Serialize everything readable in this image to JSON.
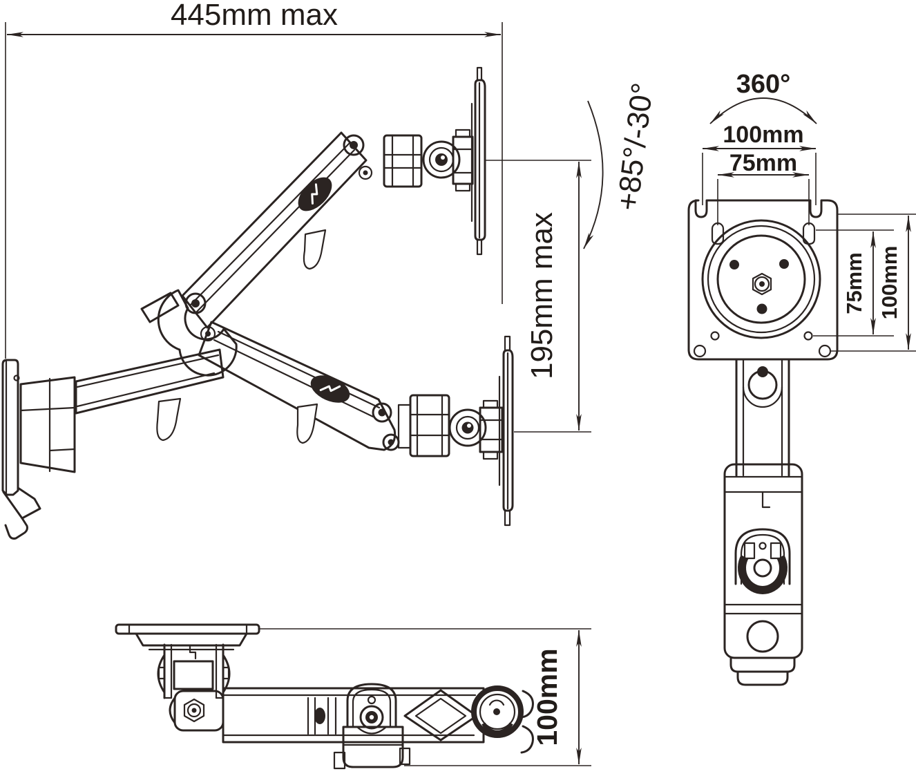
{
  "colors": {
    "line": "#2b2422",
    "background": "#ffffff"
  },
  "side_view": {
    "width_label": "445mm max",
    "height_label": "195mm max",
    "tilt_label": "+85°/-30°"
  },
  "front_view": {
    "rotation_label": "360°",
    "top_width_outer": "100mm",
    "top_width_inner": "75mm",
    "right_height_inner": "75mm",
    "right_height_outer": "100mm"
  },
  "top_view": {
    "depth_label": "100mm"
  }
}
